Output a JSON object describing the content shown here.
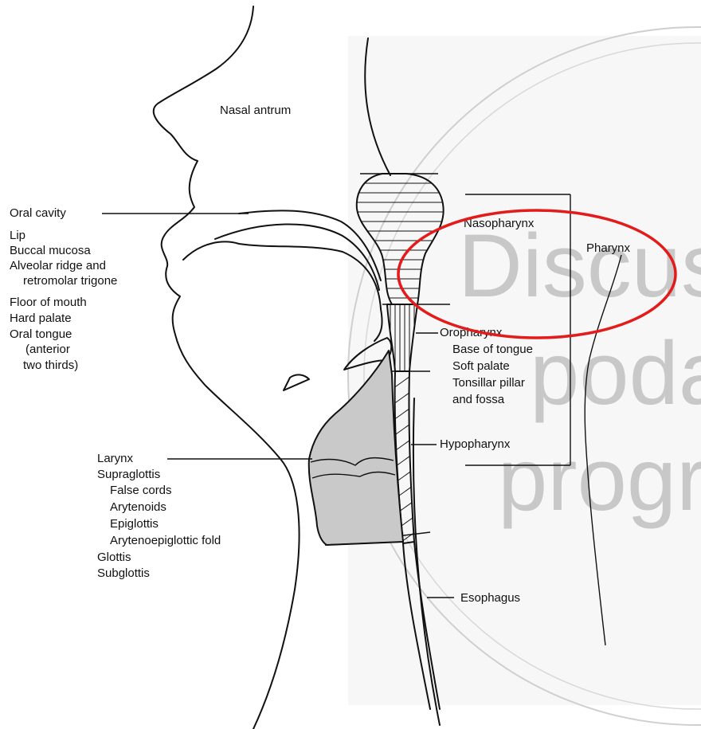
{
  "watermark": {
    "lines": [
      "Discus",
      "poda",
      "progr"
    ],
    "color": "#c8c8c8"
  },
  "labels": {
    "nasal_antrum": "Nasal antrum",
    "oral_cavity": "Oral cavity",
    "oral_sites": [
      "Lip",
      "Buccal mucosa",
      "Alveolar ridge and",
      "retromolar trigone",
      "Floor of mouth",
      "Hard palate",
      "Oral tongue",
      "(anterior",
      "two thirds)"
    ],
    "nasopharynx": "Nasopharynx",
    "pharynx": "Pharynx",
    "oropharynx": "Oropharynx",
    "oropharynx_sites": [
      "Base of tongue",
      "Soft palate",
      "Tonsillar pillar",
      "and fossa"
    ],
    "hypopharynx": "Hypopharynx",
    "larynx": "Larynx",
    "larynx_sites": [
      "Supraglottis",
      "False cords",
      "Arytenoids",
      "Epiglottis",
      "Arytenoepiglottic fold",
      "Glottis",
      "Subglottis"
    ],
    "esophagus": "Esophagus"
  },
  "highlight": {
    "shape": "ellipse",
    "color": "#e31b1b",
    "encloses": "Nasopharynx"
  },
  "colors": {
    "line": "#111111",
    "larynx_fill": "#c9c9c9"
  }
}
